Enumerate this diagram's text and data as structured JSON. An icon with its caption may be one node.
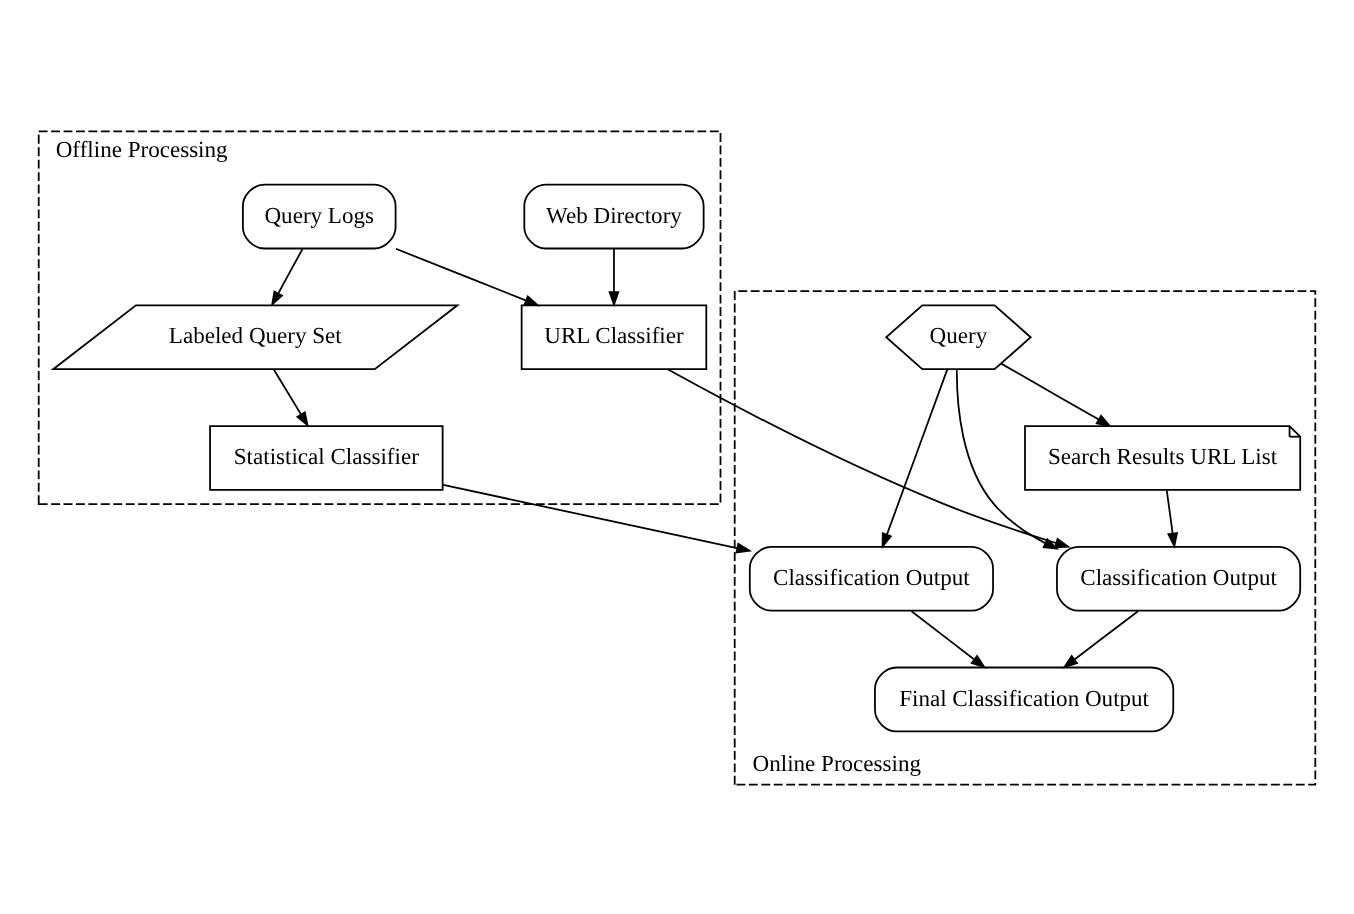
{
  "diagram": {
    "nodes": [
      {
        "text": [
          "Offline Processing"
        ]
      },
      {
        "text": [
          "Query Logs"
        ],
        "in": 0
      },
      {
        "text": [
          "Labeled Query Set"
        ],
        "in": 0
      },
      {
        "text": [
          "Web Directory"
        ],
        "in": 0
      },
      {
        "text": [
          "URL Classifier"
        ],
        "in": 0
      },
      {
        "text": [
          "Statistical Classifier"
        ],
        "in": 0
      },
      {
        "text": [
          "Online Processing"
        ]
      },
      {
        "text": [
          "Query"
        ],
        "in": 6
      },
      {
        "text": [
          "Search Results URL List"
        ],
        "in": 6
      },
      {
        "text": [
          "Classification Output"
        ],
        "in": 6
      },
      {
        "text": [
          "Classification Output"
        ],
        "in": 6
      },
      {
        "text": [
          "Final Classification Output"
        ],
        "in": 6
      }
    ],
    "edges": [
      {
        "from": 1,
        "to": 2,
        "arrow": "to"
      },
      {
        "from": 1,
        "to": 4,
        "arrow": "to"
      },
      {
        "from": 3,
        "to": 4,
        "arrow": "to"
      },
      {
        "from": 2,
        "to": 5,
        "arrow": "to"
      },
      {
        "from": 7,
        "to": 8,
        "arrow": "to"
      },
      {
        "from": 4,
        "to": 9,
        "arrow": "to"
      },
      {
        "from": 8,
        "to": 9,
        "arrow": "to"
      },
      {
        "from": 7,
        "to": 9,
        "arrow": "to"
      },
      {
        "from": 7,
        "to": 10,
        "arrow": "to"
      },
      {
        "from": 5,
        "to": 10,
        "arrow": "to"
      },
      {
        "from": 9,
        "to": 11,
        "arrow": "to"
      },
      {
        "from": 10,
        "to": 11,
        "arrow": "to"
      }
    ]
  }
}
